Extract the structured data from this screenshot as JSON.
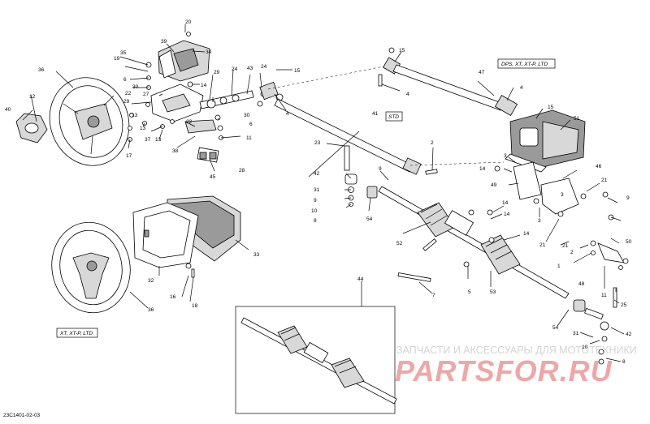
{
  "diagram": {
    "figure_code": "23C1401-02-03",
    "callout_tags": {
      "dps": "DPS, XT, XT-P, LTD",
      "std": "STD",
      "xt": "XT, XT-P, LTD"
    },
    "watermark": {
      "top_text": "ЗАПЧАСТИ И АКСЕССУАРЫ ДЛЯ МОТОТЕХНИКИ",
      "logo_text": "PARTSFOR.RU"
    },
    "part_labels": {
      "l20": "20",
      "l39": "39",
      "l34": "34",
      "l19": "19",
      "l35": "35",
      "l14a": "14",
      "l43": "43",
      "l36a": "36",
      "l40": "40",
      "l12": "12",
      "l6a": "6",
      "l30a": "30",
      "l22a": "22",
      "l27": "27",
      "l29a": "29",
      "l24a": "24",
      "l24b": "24",
      "l15a": "15",
      "l4a": "4",
      "l29b": "29",
      "l13a": "13",
      "l13b": "13",
      "l37": "37",
      "l13c": "13",
      "l17": "17",
      "l38": "38",
      "l45": "45",
      "l28": "28",
      "l22b": "22",
      "l30b": "30",
      "l6b": "6",
      "l11a": "11",
      "l41": "41",
      "l23": "23",
      "l2a": "2",
      "l9a": "9",
      "l42a": "42",
      "l31a": "31",
      "l9b": "9",
      "l10": "10",
      "l8": "8",
      "l54a": "54",
      "l52": "52",
      "l15b": "15",
      "l47": "47",
      "l4b": "4",
      "l4c": "4",
      "l15c": "15",
      "l51": "51",
      "l3a": "3",
      "l14b": "14",
      "l49": "49",
      "l46": "46",
      "l21a": "21",
      "l14c": "14",
      "l14d": "14",
      "l14e": "14",
      "l3b": "3",
      "l3c": "3",
      "l21b": "21",
      "l21c": "21",
      "l50": "50",
      "l1": "1",
      "l2b": "2",
      "l9c": "9",
      "l48": "48",
      "l11b": "11",
      "l25": "25",
      "l5": "5",
      "l53": "53",
      "l7": "7",
      "l33": "33",
      "l32": "32",
      "l16": "16",
      "l18": "18",
      "l36b": "36",
      "l44": "44",
      "l54b": "54",
      "l31b": "31",
      "l42b": "42",
      "l10b": "10",
      "l8b": "8"
    }
  }
}
